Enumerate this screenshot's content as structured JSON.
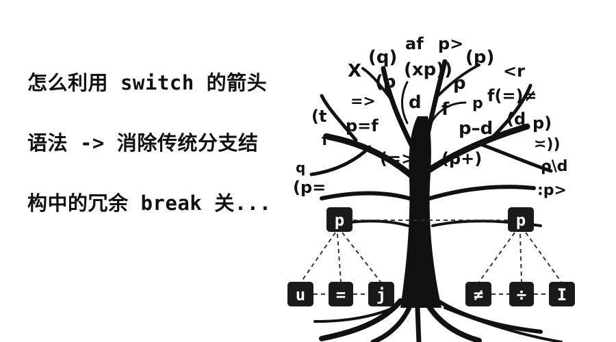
{
  "title_lines": [
    "怎么利用 switch 的箭头",
    "语法 -> 消除传统分支结",
    "构中的冗余 break 关..."
  ],
  "tree_glyphs": [
    "(q)",
    "af",
    "p>",
    "(p)",
    "X",
    "(p",
    "(xp))",
    "p",
    "<r",
    "f(=)≠",
    "=>",
    "d",
    "f",
    "p",
    "(t",
    "p=f",
    "p–d",
    "(d",
    "p)",
    "f",
    "(=>",
    "(p+)",
    "≍))",
    "q",
    "ρ\\d",
    "(p=",
    ":p>"
  ],
  "tree_nodes": {
    "left_root": "p",
    "right_root": "p",
    "left_children": [
      "u",
      "=",
      "j"
    ],
    "right_children": [
      "≠",
      "÷",
      "I"
    ]
  },
  "colors": {
    "ink": "#111111",
    "background": "#ffffff",
    "node_fill": "#1a1a1a"
  }
}
